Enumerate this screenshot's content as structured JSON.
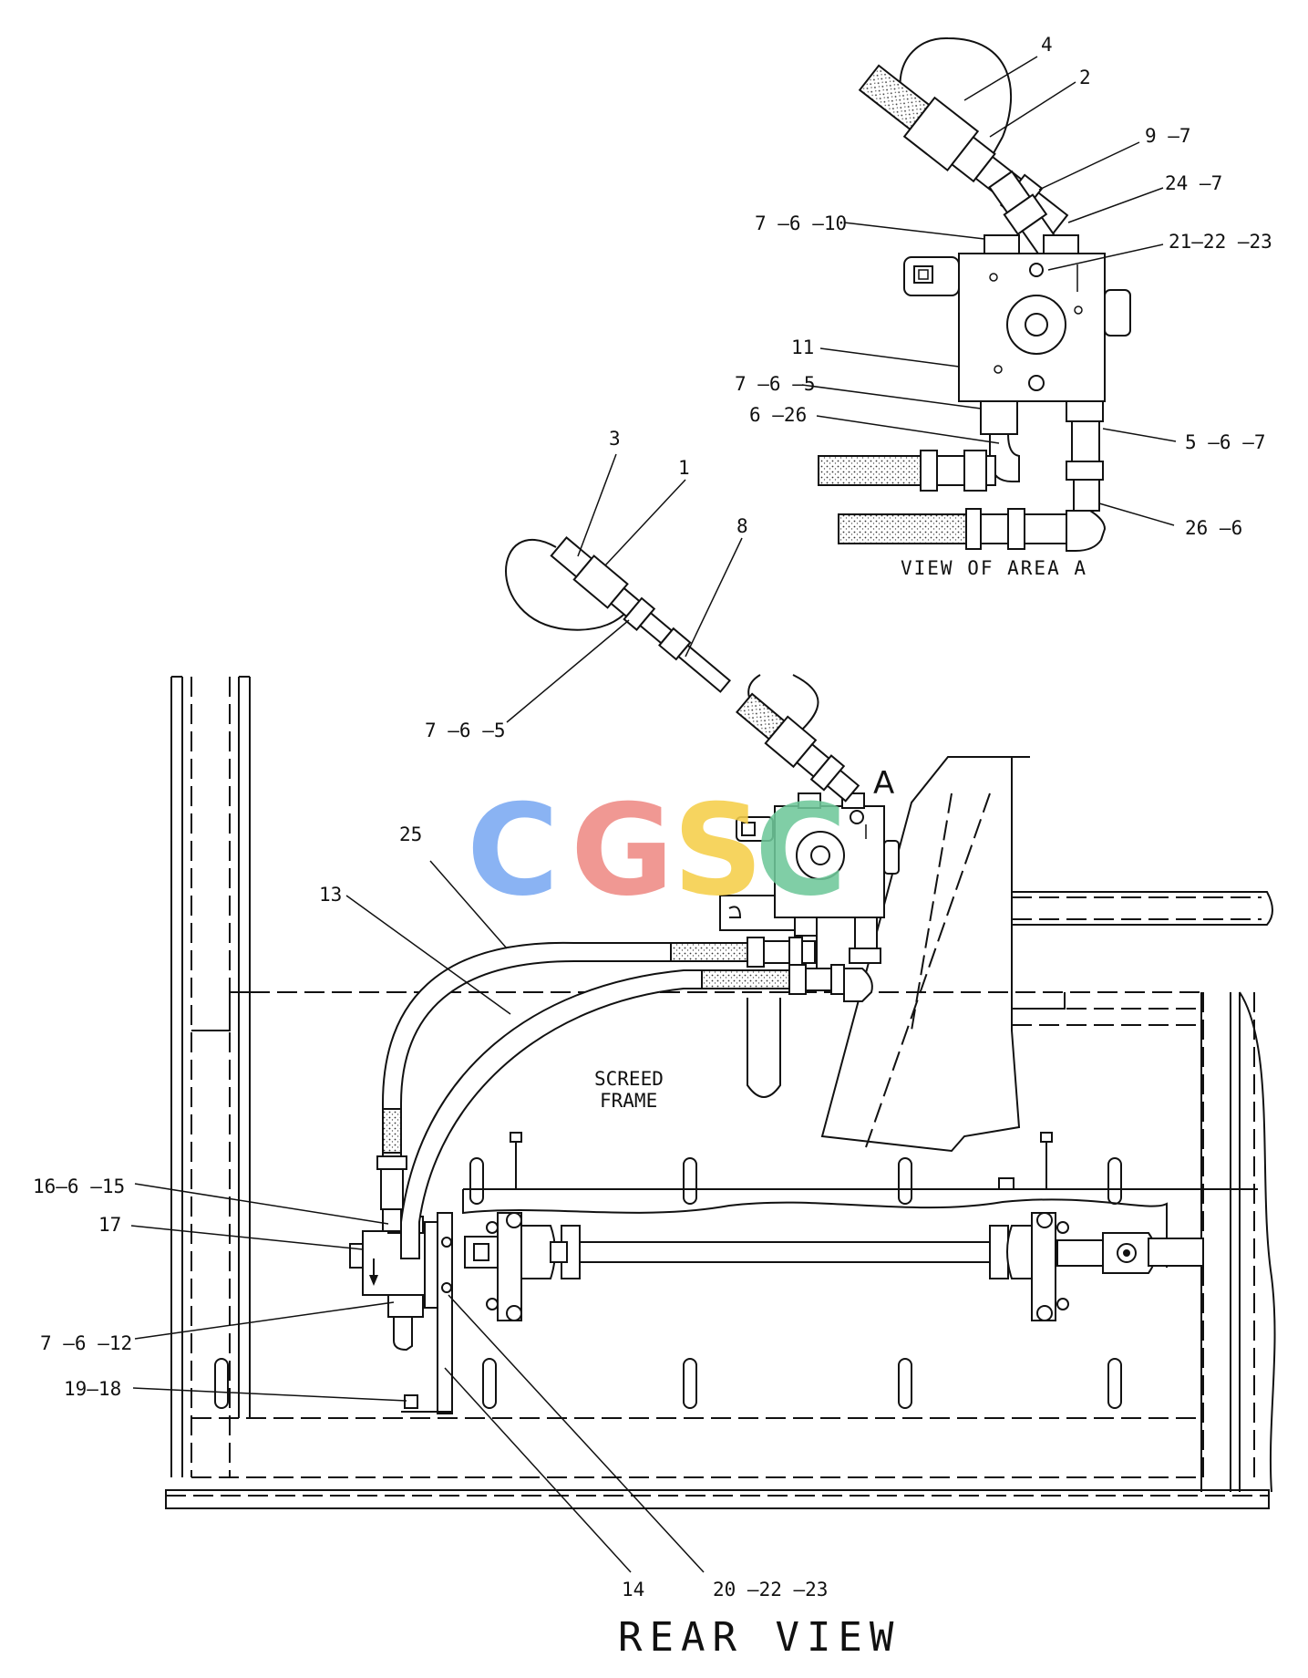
{
  "callouts": {
    "c4": "4",
    "c2": "2",
    "c9_7": "9 —7",
    "c24_7": "24 —7",
    "c7_6_10": "7 —6 —10",
    "c21_22_23": "21—22 —23",
    "c11": "11",
    "c7_6_5a": "7 —6 —5",
    "c6_26": "6 —26",
    "c5_6_7": "5 —6 —7",
    "c26_6": "26 —6",
    "c3": "3",
    "c1": "1",
    "c8": "8",
    "c7_6_5b": "7 —6 —5",
    "c25": "25",
    "c13": "13",
    "c16_6_15": "16—6 —15",
    "c17": "17",
    "c7_6_12": "7 —6 —12",
    "c19_18": "19—18",
    "c14": "14",
    "c20_22_23": "20 —22 —23"
  },
  "labels": {
    "area_marker": "A",
    "view_of_area_a": "VIEW OF AREA A",
    "screed_frame_line1": "SCREED",
    "screed_frame_line2": "FRAME",
    "rear_view": "REAR VIEW"
  },
  "watermark": {
    "letters": [
      "C",
      "G",
      "S",
      "C"
    ],
    "colors": [
      "#7aa9f2",
      "#ef8a85",
      "#f5cf4a",
      "#6fc89a"
    ]
  }
}
